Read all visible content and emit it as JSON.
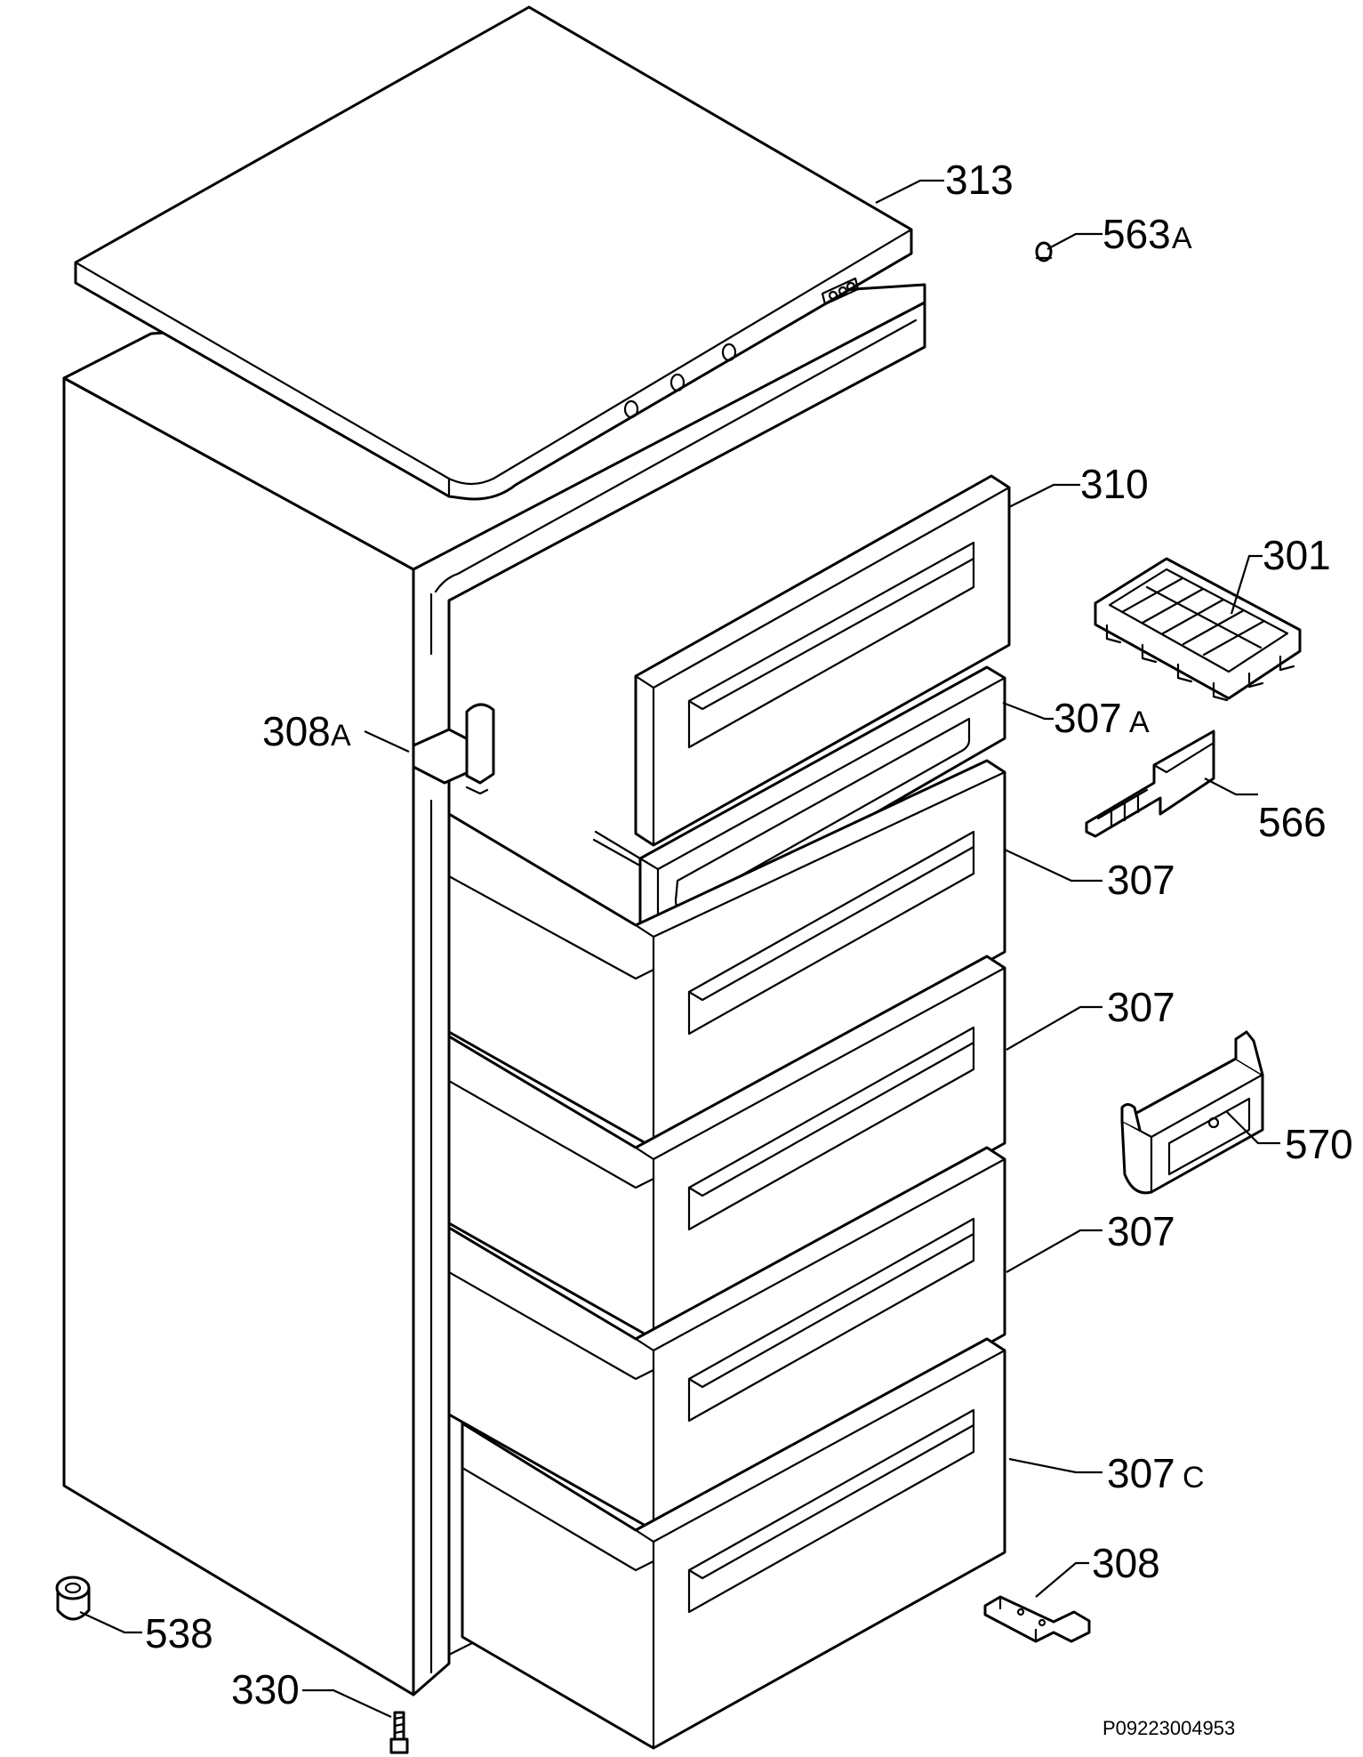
{
  "labels": {
    "l313": "313",
    "l563": "563",
    "l563_suffix": "A",
    "l310": "310",
    "l301": "301",
    "l308a": "308",
    "l308a_suffix": "A",
    "l307a": "307",
    "l307a_suffix": "A",
    "l566": "566",
    "l307_1": "307",
    "l307_2": "307",
    "l570": "570",
    "l307_3": "307",
    "l307c": "307",
    "l307c_suffix": "C",
    "l308": "308",
    "l538": "538",
    "l330": "330"
  },
  "doc_id": "P09223004953",
  "colors": {
    "line": "#000000",
    "background": "#ffffff"
  }
}
